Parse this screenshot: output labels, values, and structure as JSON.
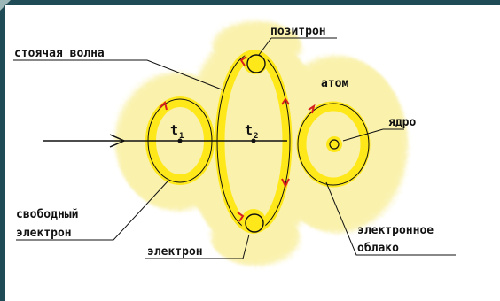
{
  "labels": {
    "standing_wave": "стоячая волна",
    "positron": "позитрон",
    "atom": "атом",
    "nucleus": "ядро",
    "free_electron_1": "свободный",
    "free_electron_2": "электрон",
    "electron": "электрон",
    "electron_cloud_1": "электронное",
    "electron_cloud_2": "облако",
    "t1": "t",
    "t1_sub": "1",
    "t2": "t",
    "t2_sub": "2"
  },
  "colors": {
    "glow": "#f2e24a",
    "ring": "#ffe81a",
    "stroke": "#111111",
    "arrow_red": "#d81e1e",
    "frame": "#1f4b57"
  }
}
